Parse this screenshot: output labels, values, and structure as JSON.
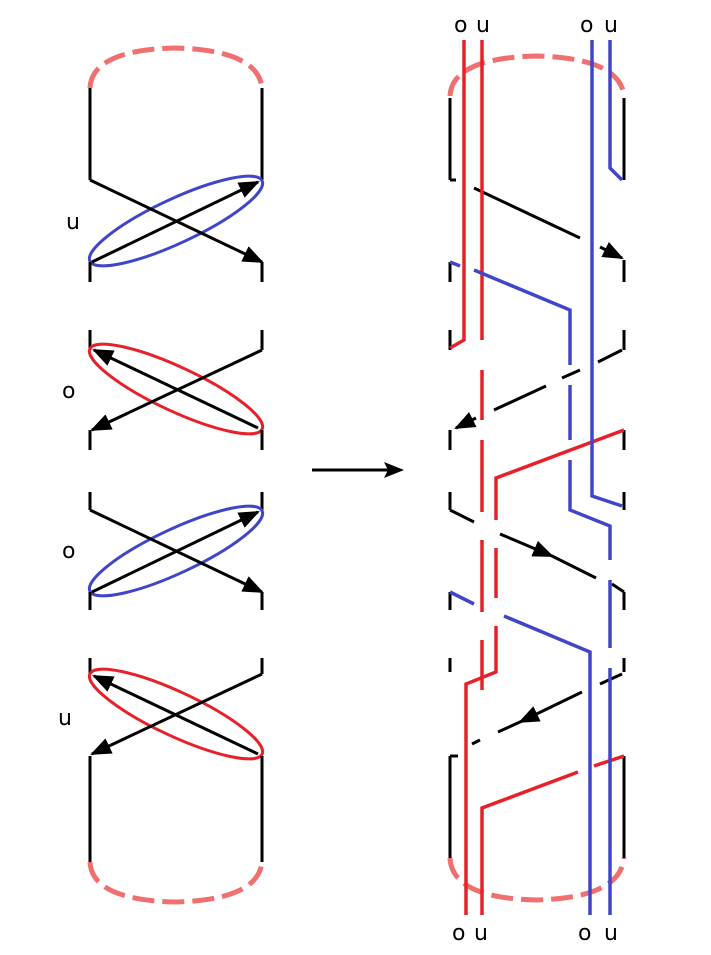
{
  "left_panel": {
    "crossing_labels": [
      "u",
      "o",
      "o",
      "u"
    ]
  },
  "right_panel": {
    "top_labels": [
      "o",
      "u",
      "o",
      "u"
    ],
    "bottom_labels": [
      "o",
      "u",
      "o",
      "u"
    ]
  },
  "colors": {
    "under_strand": "#4146c8",
    "over_strand": "#e8202a",
    "cap": "#f07070",
    "knot": "#000000"
  }
}
